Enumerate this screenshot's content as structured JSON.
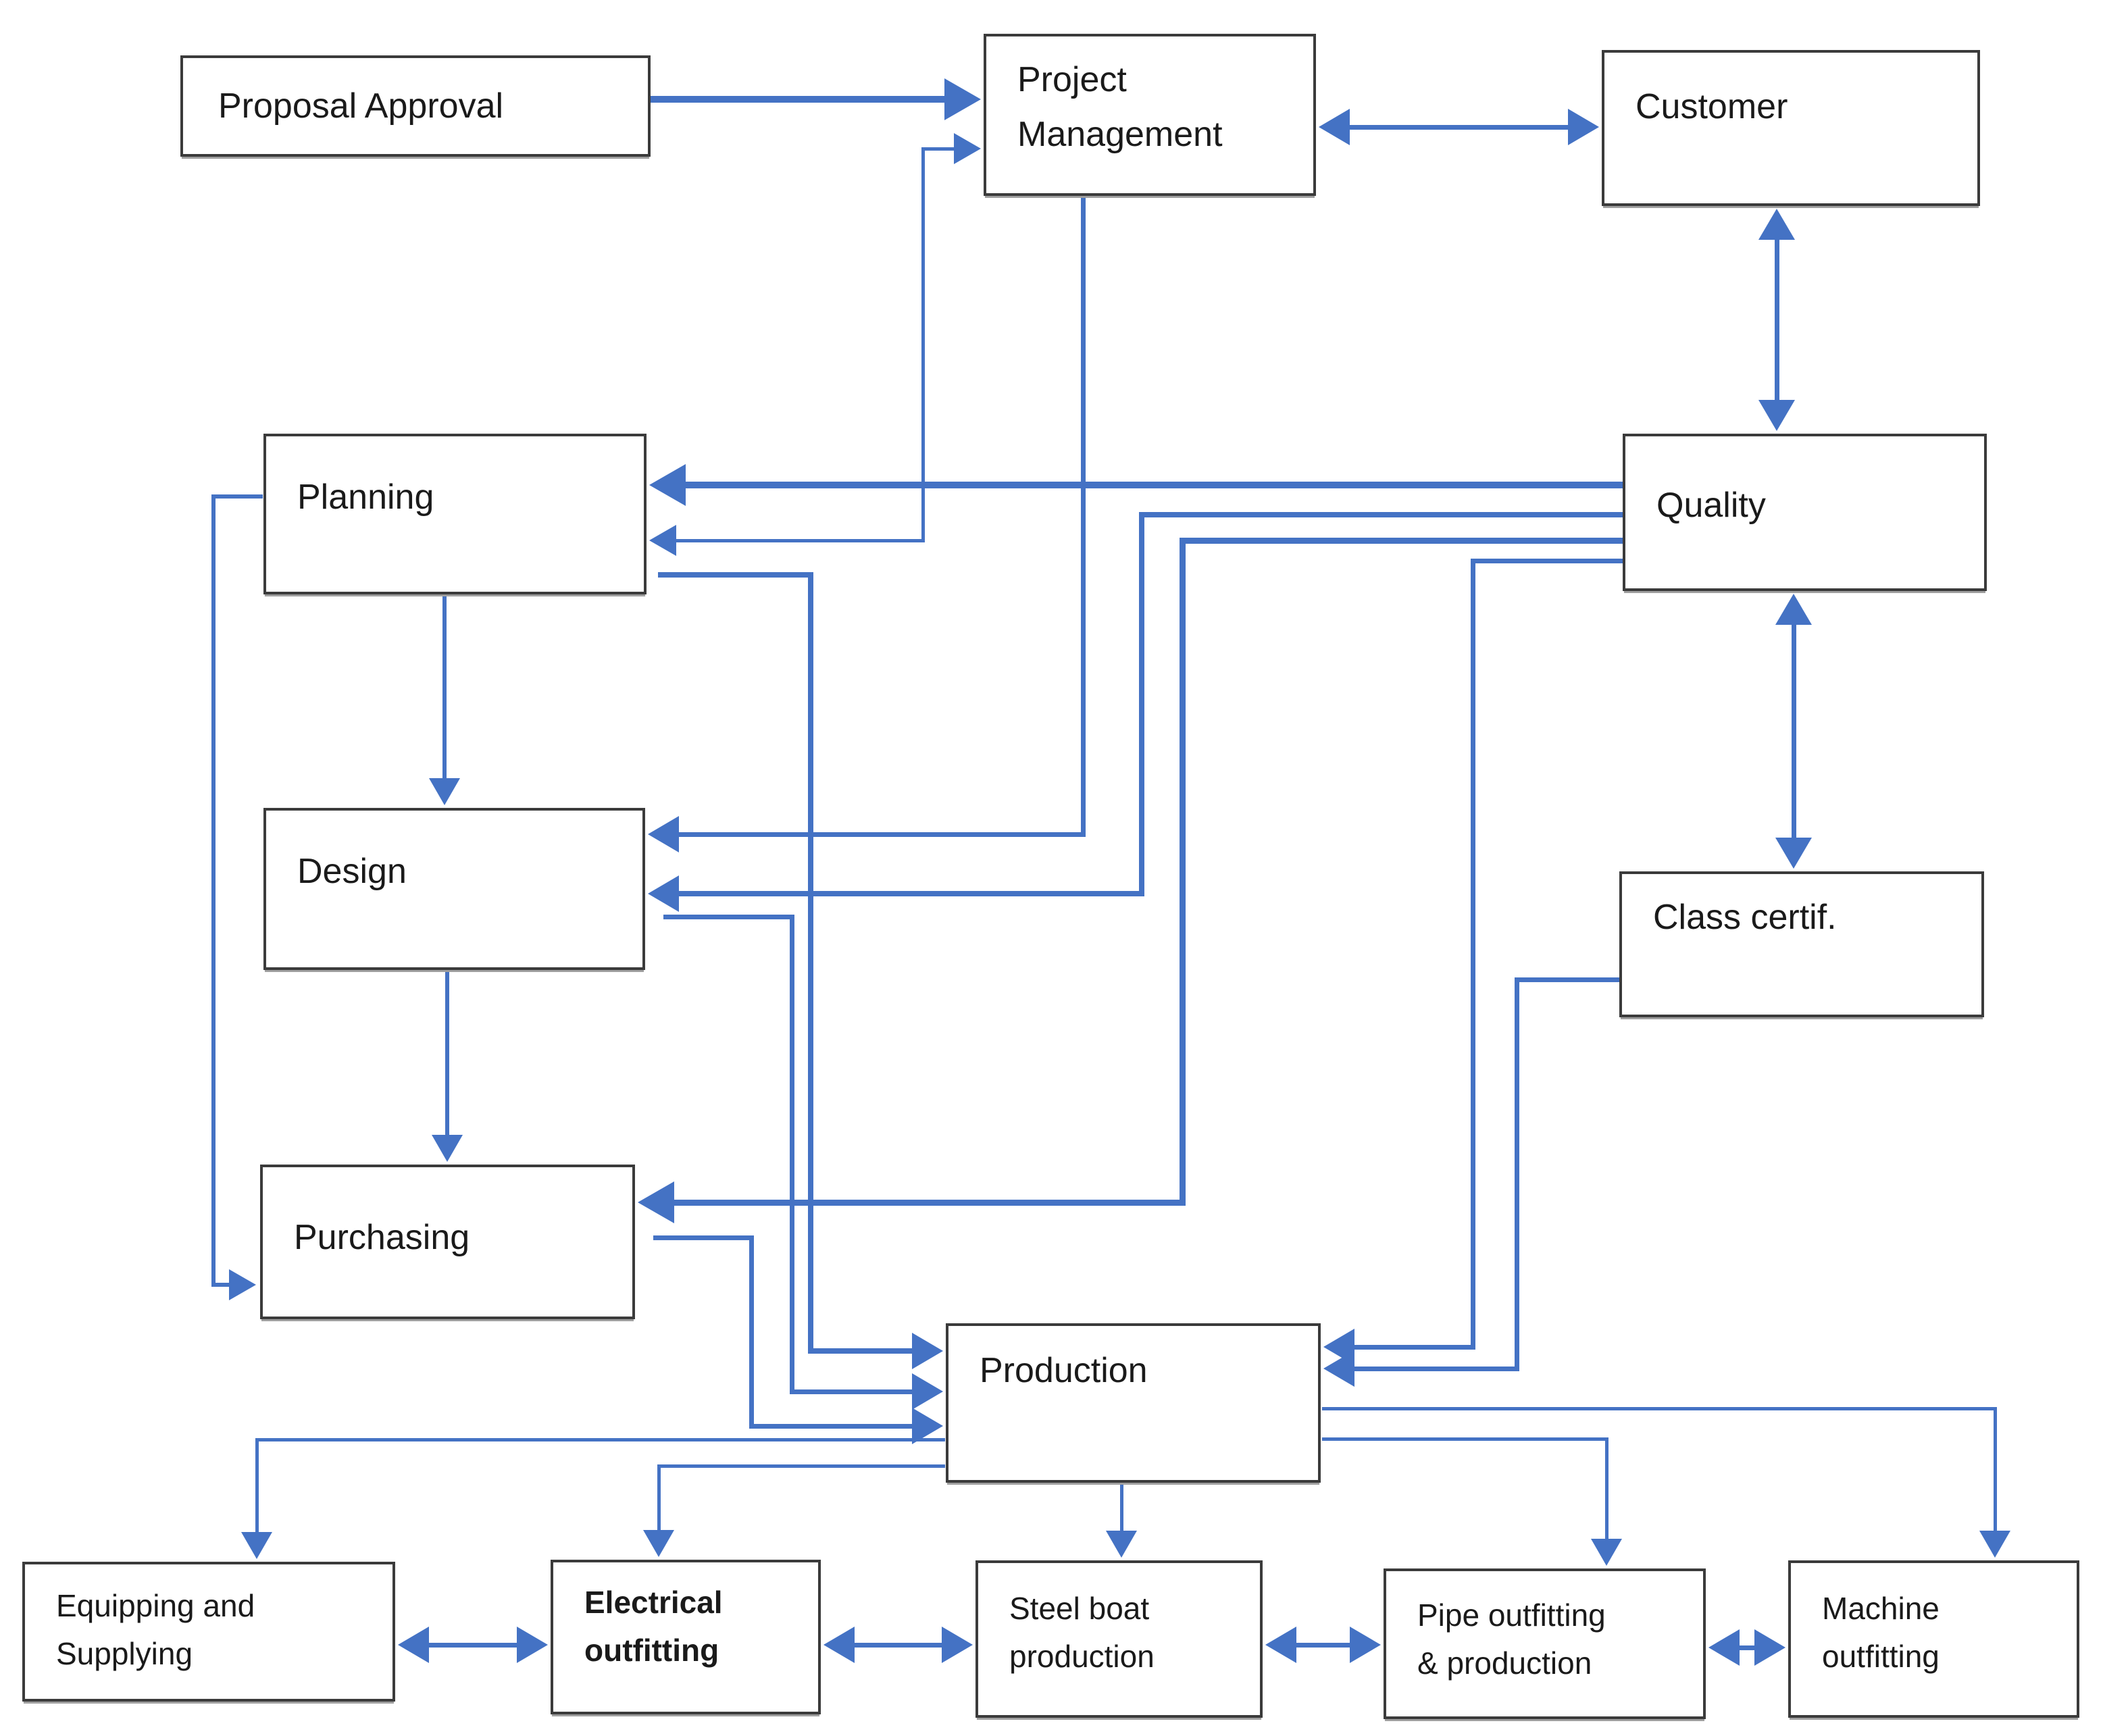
{
  "diagram": {
    "type": "flowchart",
    "title": "Shipyard process flowchart",
    "colors": {
      "arrow": "#4472C4",
      "box_border": "#3B3B3B",
      "text": "#1A1A1A",
      "background": "#FFFFFF"
    },
    "nodes": {
      "proposal_approval": {
        "label": "Proposal Approval"
      },
      "project_management": {
        "label": "Project\nManagement"
      },
      "customer": {
        "label": "Customer"
      },
      "planning": {
        "label": "Planning"
      },
      "quality": {
        "label": "Quality"
      },
      "design": {
        "label": "Design"
      },
      "class_certif": {
        "label": "Class certif."
      },
      "purchasing": {
        "label": "Purchasing"
      },
      "production": {
        "label": "Production"
      },
      "equipping_supplying": {
        "label": "Equipping and\nSupplying"
      },
      "electrical_outfitting": {
        "label": "Electrical\noutfitting",
        "bold": true
      },
      "steel_boat_production": {
        "label": "Steel boat\nproduction"
      },
      "pipe_outfitting_production": {
        "label": "Pipe outfitting\n& production"
      },
      "machine_outfitting": {
        "label": "Machine\noutfitting"
      }
    },
    "edges": [
      {
        "id": "proposal-to-pm",
        "from": "proposal_approval",
        "to": "project_management",
        "direction": "one-way"
      },
      {
        "id": "pm-customer",
        "from": "project_management",
        "to": "customer",
        "direction": "two-way"
      },
      {
        "id": "customer-quality",
        "from": "customer",
        "to": "quality",
        "direction": "two-way"
      },
      {
        "id": "quality-classcert",
        "from": "quality",
        "to": "class_certif",
        "direction": "two-way"
      },
      {
        "id": "pm-planning",
        "from": "project_management",
        "to": "planning",
        "direction": "two-way"
      },
      {
        "id": "quality-to-planning",
        "from": "quality",
        "to": "planning",
        "direction": "one-way"
      },
      {
        "id": "quality-to-design",
        "from": "quality",
        "to": "design",
        "direction": "one-way"
      },
      {
        "id": "pm-to-design",
        "from": "project_management",
        "to": "design",
        "direction": "one-way"
      },
      {
        "id": "quality-to-purchasing",
        "from": "quality",
        "to": "purchasing",
        "direction": "one-way"
      },
      {
        "id": "quality-to-production",
        "from": "quality",
        "to": "production",
        "direction": "one-way"
      },
      {
        "id": "classcert-to-production",
        "from": "class_certif",
        "to": "production",
        "direction": "one-way"
      },
      {
        "id": "planning-to-design",
        "from": "planning",
        "to": "design",
        "direction": "one-way"
      },
      {
        "id": "design-to-purchasing",
        "from": "design",
        "to": "purchasing",
        "direction": "one-way"
      },
      {
        "id": "planning-to-purchasing",
        "from": "planning",
        "to": "purchasing",
        "direction": "one-way"
      },
      {
        "id": "planning-to-production",
        "from": "planning",
        "to": "production",
        "direction": "one-way"
      },
      {
        "id": "design-to-production",
        "from": "design",
        "to": "production",
        "direction": "one-way"
      },
      {
        "id": "purchasing-to-production",
        "from": "purchasing",
        "to": "production",
        "direction": "one-way"
      },
      {
        "id": "production-to-equipping",
        "from": "production",
        "to": "equipping_supplying",
        "direction": "one-way"
      },
      {
        "id": "production-to-electrical",
        "from": "production",
        "to": "electrical_outfitting",
        "direction": "one-way"
      },
      {
        "id": "production-to-steel",
        "from": "production",
        "to": "steel_boat_production",
        "direction": "one-way"
      },
      {
        "id": "production-to-pipe",
        "from": "production",
        "to": "pipe_outfitting_production",
        "direction": "one-way"
      },
      {
        "id": "production-to-machine",
        "from": "production",
        "to": "machine_outfitting",
        "direction": "one-way"
      },
      {
        "id": "equipping-electrical",
        "from": "equipping_supplying",
        "to": "electrical_outfitting",
        "direction": "two-way"
      },
      {
        "id": "electrical-steel",
        "from": "electrical_outfitting",
        "to": "steel_boat_production",
        "direction": "two-way"
      },
      {
        "id": "steel-pipe",
        "from": "steel_boat_production",
        "to": "pipe_outfitting_production",
        "direction": "two-way"
      },
      {
        "id": "pipe-machine",
        "from": "pipe_outfitting_production",
        "to": "machine_outfitting",
        "direction": "two-way"
      }
    ]
  }
}
